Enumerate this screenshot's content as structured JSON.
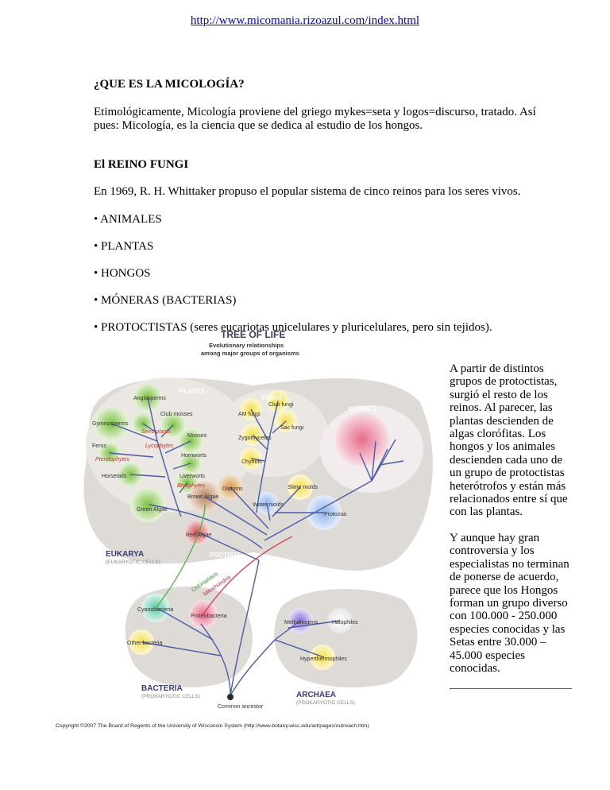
{
  "header": {
    "url": "http://www.micomania.rizoazul.com/index.html"
  },
  "section1": {
    "title": "¿QUE ES LA MICOLOGÍA?",
    "text": "Etimológicamente, Micología proviene del griego mykes=seta y logos=discurso, tratado. Así pues: Micología, es la ciencia que se dedica al estudio de los hongos."
  },
  "section2": {
    "title": "El REINO FUNGI",
    "intro": "En 1969, R. H. Whittaker propuso el popular sistema de cinco reinos para los seres vivos.",
    "items": [
      "• ANIMALES",
      "• PLANTAS",
      "• HONGOS",
      "• MÓNERAS (BACTERIAS)",
      "• PROTOCTISTAS (seres eucariotas unicelulares y pluricelulares, pero sin tejidos)."
    ]
  },
  "side": {
    "p1": "A partir de distintos grupos de protoctistas, surgió el resto de los reinos. Al parecer, las plantas descienden de algas clorófitas. Los hongos y los animales descienden cada uno de un grupo de protoctistas heterótrofos y están más relacionados entre sí que con las plantas.",
    "p2": "Y aunque hay gran controversia y los especialistas no terminan de ponerse de acuerdo, parece que los Hongos forman un grupo diverso con 100.000 - 250.000 especies conocidas y las Setas entre 30.000 – 45.000 especies conocidas."
  },
  "tree": {
    "title": "TREE OF LIFE",
    "subtitle1": "Evolutionary relationships",
    "subtitle2": "among major groups of organisms",
    "plants": "PLANTS",
    "fungi": "FUNGI",
    "animals": "ANIMALS",
    "protists": "PROTISTS",
    "eukarya": "EUKARYA",
    "eukarya_sub": "(EUKARYOTIC CELLS)",
    "bacteria": "BACTERIA",
    "bacteria_sub": "(PROKARYOTIC CELLS)",
    "archaea": "ARCHAEA",
    "archaea_sub": "(PROKARYOTIC CELLS)",
    "angiosperms": "Angiosperms",
    "gymnosperms": "Gymnosperms",
    "seed_plants": "Seed plants",
    "club_mosses": "Club mosses",
    "ferns": "Ferns",
    "lycophytes": "Lycophytes",
    "mosses": "Mosses",
    "hornworts": "Hornworts",
    "pteridophytes": "Pteridophytes",
    "horsetails": "Horsetails",
    "liverworts": "Liverworts",
    "bryophytes": "Bryophytes",
    "am_fungi": "AM fungi",
    "club_fungi": "Club fungi",
    "sac_fungi": "Sac fungi",
    "zygomycetes": "Zygomycetes",
    "chytrids": "Chytrids",
    "diatoms": "Diatoms",
    "brown_algae": "Brown Algae",
    "slime_molds": "Slime molds",
    "water_molds": "Water molds",
    "green_algae": "Green Algae",
    "protozoa": "Protozoa",
    "red_algae": "Red Algae",
    "chloroplasts": "Chloroplasts",
    "mitochondria": "Mitochondria",
    "cyanobacteria": "Cyanobacteria",
    "proteobacteria": "Proteobacteria",
    "other_bacteria": "Other bacteria",
    "methanogens": "Methanogens",
    "halophiles": "Halophiles",
    "hyperthermophiles": "Hyperthermophiles",
    "common_ancestor": "Common ancestor",
    "copyright": "Copyright ©2007 The Board of Regents of the University of Wisconsin System (http://www.botany.wisc.edu/art/pages/outreach.htm)"
  }
}
